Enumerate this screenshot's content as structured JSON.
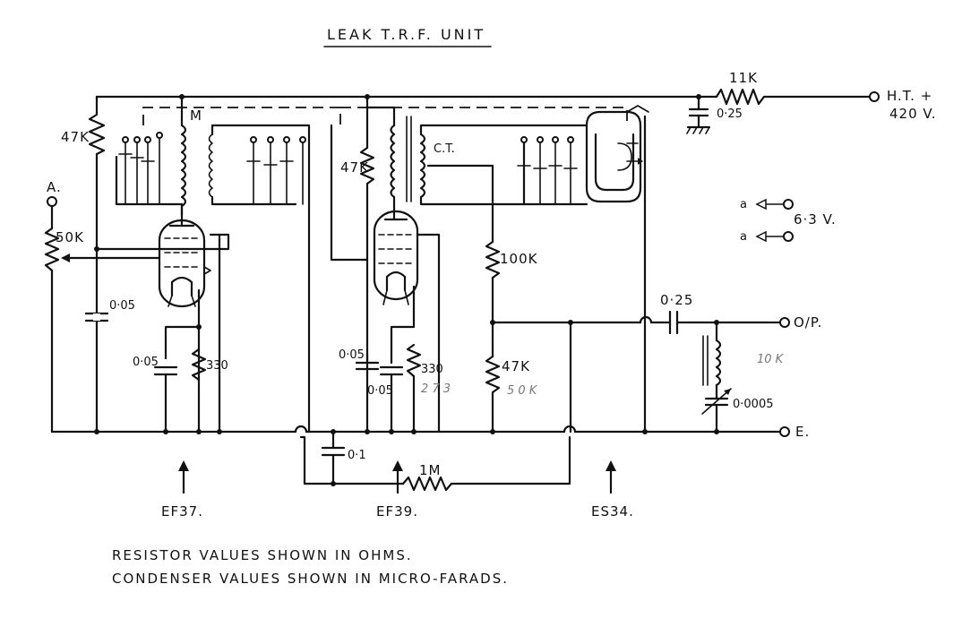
{
  "title": "LEAK T.R.F. UNIT",
  "terminals": {
    "ht": "H.T. +",
    "ht_voltage": "420 V.",
    "heater": "6·3 V.",
    "output": "O/P.",
    "earth": "E.",
    "input": "A."
  },
  "resistors": {
    "r_47k_left": "47K",
    "r_50k": "50K",
    "r_330_ef37": "330",
    "r_47k_mid": "47K",
    "r_330_ef39": "330",
    "r_100k": "100K",
    "r_47k_right": "47K",
    "r_11k": "11K",
    "r_1m": "1M"
  },
  "capacitors": {
    "c_025_ht": "0·25",
    "c_005_left": "0·05",
    "c_005_ef37_cathode": "0·05",
    "c_005_ef39_a": "0·05",
    "c_005_ef39_b": "0·05",
    "c_01": "0·1",
    "c_025_out": "0·25",
    "c_00005": "0·0005"
  },
  "coil_labels": {
    "m": "M",
    "ct": "C.T."
  },
  "valves": {
    "ef37": "EF37.",
    "ef39": "EF39.",
    "es34": "ES34."
  },
  "pencil_notes": {
    "near_47k": "5 0 K",
    "near_330": "2 7 3",
    "near_tone": "10 K"
  },
  "notes": {
    "line1": "RESISTOR VALUES SHOWN IN OHMS.",
    "line2": "CONDENSER VALUES SHOWN IN MICRO-FARADS."
  }
}
